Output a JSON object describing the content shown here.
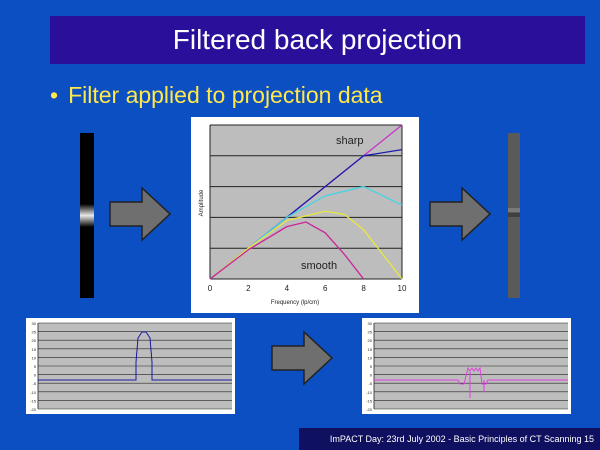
{
  "title": "Filtered back projection",
  "bullet": {
    "symbol": "•",
    "text": "Filter applied to projection data"
  },
  "chart_data": {
    "type": "line",
    "xlabel": "Frequency (lp/cm)",
    "ylabel": "Amplitude",
    "x_ticks": [
      "0",
      "2",
      "4",
      "6",
      "8",
      "10"
    ],
    "annotations": [
      "sharp",
      "smooth"
    ],
    "xlim": [
      0,
      10
    ],
    "ylim": [
      0,
      5
    ],
    "series": [
      {
        "color": "#cc33cc",
        "x": [
          0,
          2,
          4,
          6,
          8,
          10
        ],
        "y": [
          0,
          1,
          2,
          3,
          4,
          5
        ]
      },
      {
        "color": "#1c1cab",
        "x": [
          0,
          2,
          4,
          6,
          8,
          10
        ],
        "y": [
          0,
          1,
          2,
          3,
          4,
          4.2
        ]
      },
      {
        "color": "#44d4e4",
        "x": [
          0,
          2,
          4,
          6,
          8,
          10
        ],
        "y": [
          0,
          1,
          2,
          2.7,
          3,
          2.4
        ]
      },
      {
        "color": "#e8e840",
        "x": [
          0,
          2,
          4,
          6,
          7,
          8,
          10
        ],
        "y": [
          0,
          1,
          1.9,
          2.2,
          2.1,
          1.6,
          0
        ]
      },
      {
        "color": "#cc2299",
        "x": [
          0,
          2,
          4,
          5,
          6,
          7,
          8
        ],
        "y": [
          0,
          0.95,
          1.7,
          1.85,
          1.5,
          0.8,
          0
        ]
      }
    ]
  },
  "profile_left": {
    "y_ticks": [
      "30",
      "25",
      "20",
      "15",
      "10",
      "5",
      "0",
      "-5",
      "-10",
      "-15",
      "-20"
    ]
  },
  "profile_right": {
    "y_ticks": [
      "30",
      "25",
      "20",
      "15",
      "10",
      "5",
      "0",
      "-5",
      "-10",
      "-15",
      "-20"
    ]
  },
  "footer": "ImPACT Day: 23rd July 2002 - Basic Principles of CT Scanning 15",
  "colors": {
    "background": "#0b4fc3",
    "title_bar": "#2a0f9a",
    "bullet_text": "#ffe84a",
    "arrow": "#6f6f6f",
    "footer_bg": "#101060",
    "profile_left_line": "#1a1aa0",
    "profile_right_line": "#e040e0"
  }
}
